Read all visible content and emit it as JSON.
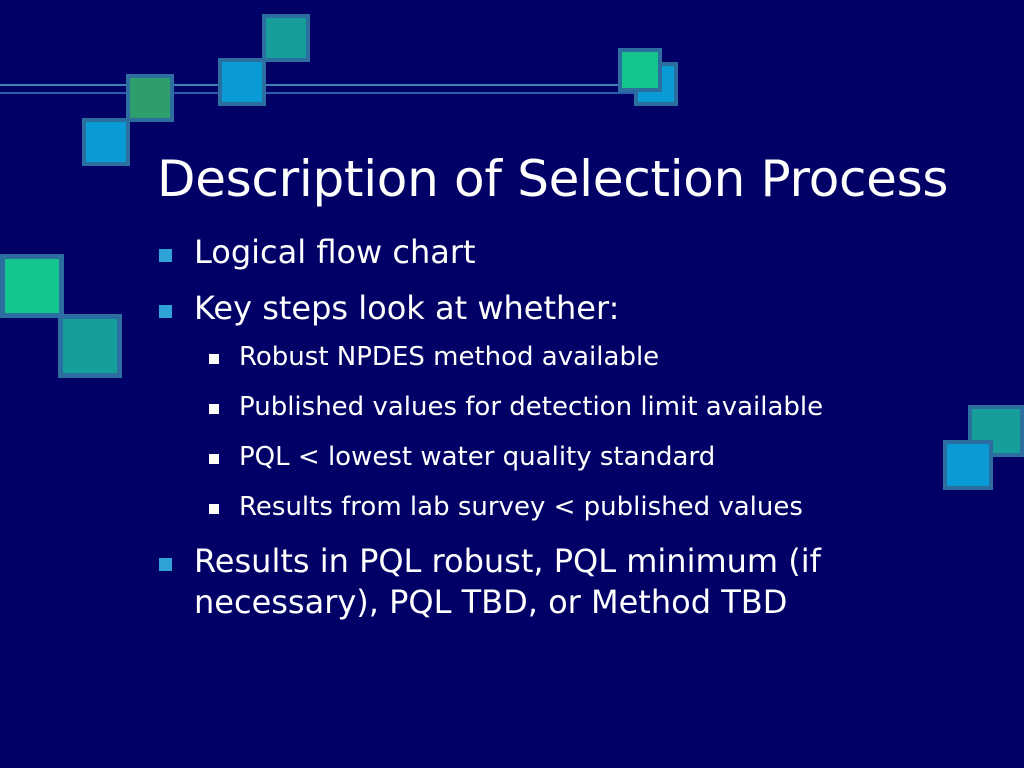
{
  "slide": {
    "title": "Description of Selection Process",
    "bullets": [
      {
        "text": "Logical flow chart"
      },
      {
        "text": "Key steps look at whether:",
        "sub": [
          "Robust NPDES method available",
          "Published values for detection limit available",
          "PQL < lowest water quality standard",
          "Results from lab survey < published values"
        ]
      },
      {
        "text": "Results in PQL robust, PQL minimum (if necessary), PQL TBD, or Method TBD"
      }
    ]
  },
  "colors": {
    "background": "#000066",
    "bullet_l1": "#2fa3d6",
    "bullet_l2": "#ffffff",
    "square_teal": "#169f9a",
    "square_blue": "#0a9bd6",
    "square_green": "#15c58e",
    "square_olive": "#2f9e6d",
    "square_border": "#2d6ea0",
    "line_light": "#3b82b6",
    "line_dark": "#1f4b8f"
  }
}
